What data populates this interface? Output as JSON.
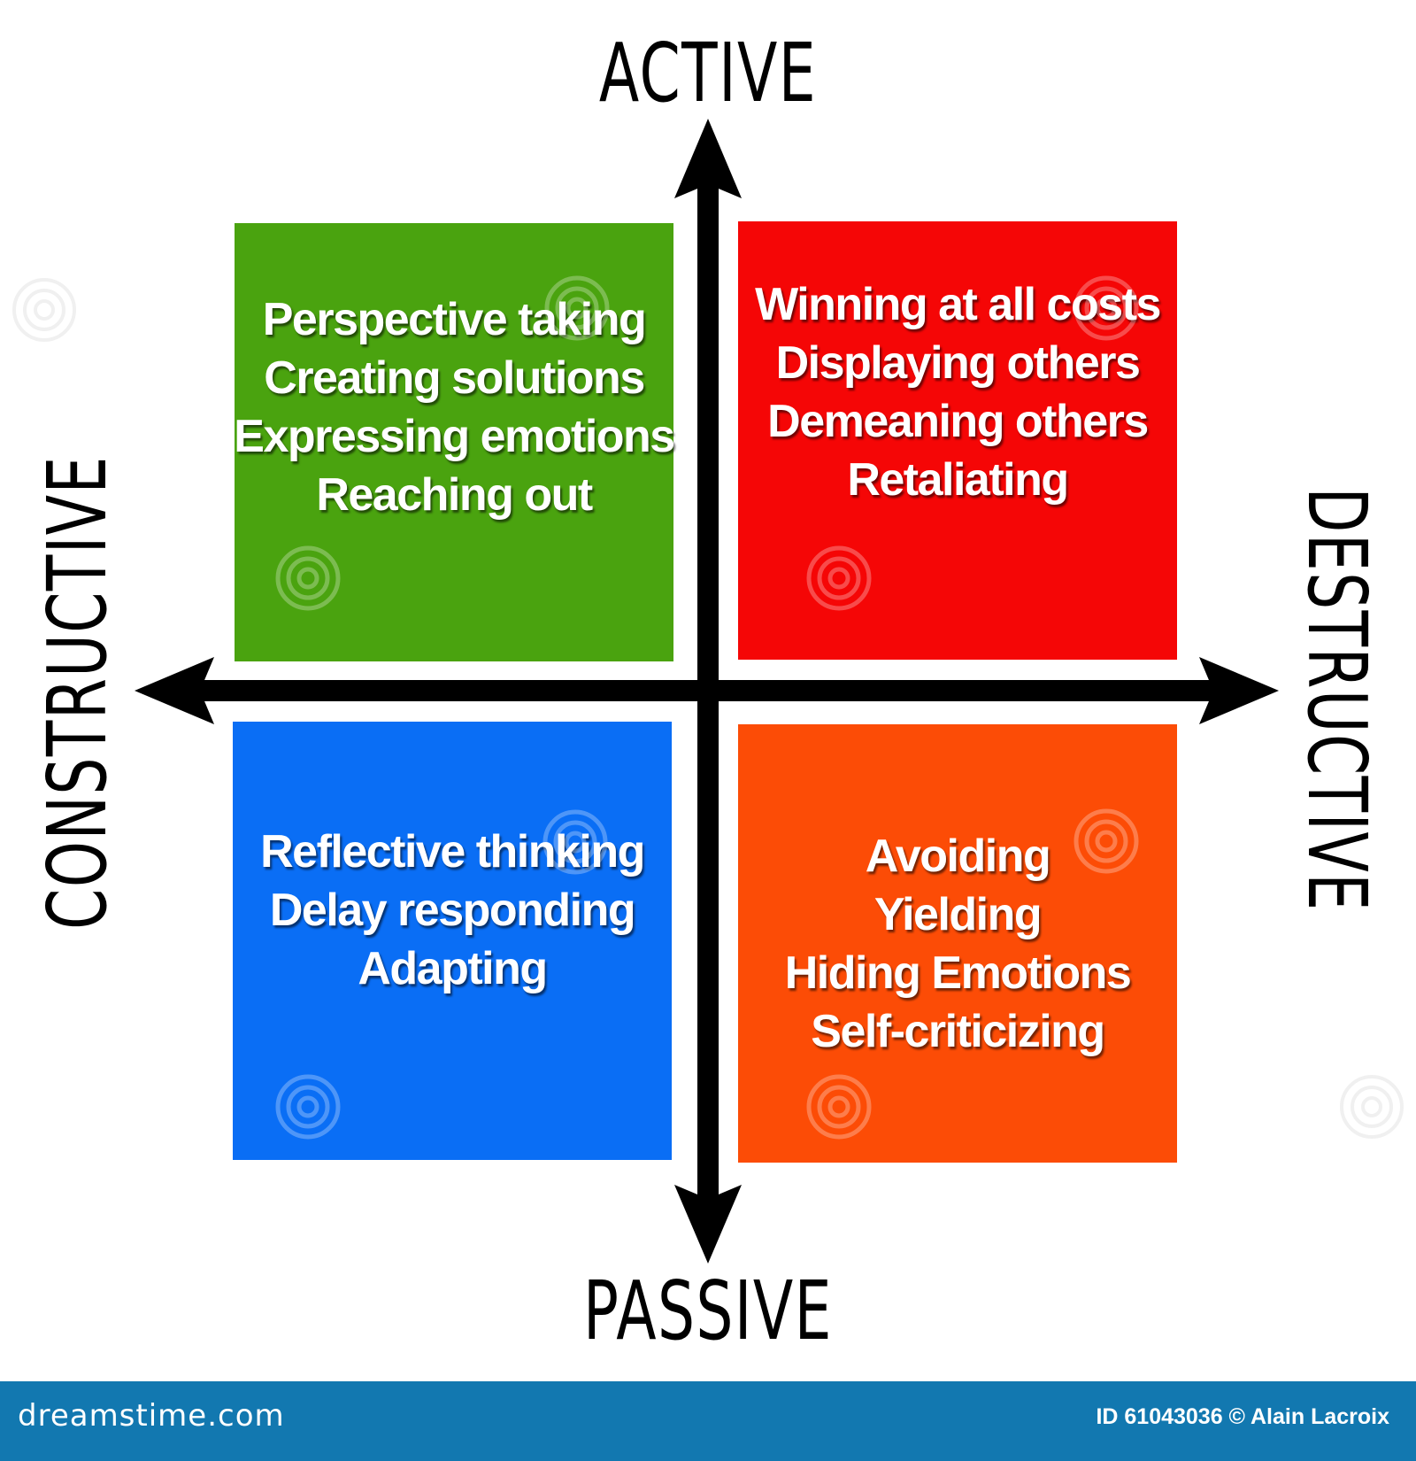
{
  "axes": {
    "top": "ACTIVE",
    "bottom": "PASSIVE",
    "left": "CONSTRUCTIVE",
    "right": "DESTRUCTIVE"
  },
  "quadrants": {
    "top_left": {
      "color": "#4aa30f",
      "items": [
        "Perspective taking",
        "Creating solutions",
        "Expressing emotions",
        "Reaching out"
      ]
    },
    "top_right": {
      "color": "#f50606",
      "items": [
        "Winning at all costs",
        "Displaying others",
        "Demeaning others",
        "Retaliating"
      ]
    },
    "bottom_left": {
      "color": "#0a6ef5",
      "items": [
        "Reflective thinking",
        "Delay responding",
        "Adapting"
      ]
    },
    "bottom_right": {
      "color": "#fc4c06",
      "items": [
        "Avoiding",
        "Yielding",
        "Hiding Emotions",
        "Self-criticizing"
      ]
    }
  },
  "footer": {
    "brand": "dreamstime.com",
    "credit": "ID 61043036 © Alain Lacroix",
    "background": "#1278b0"
  }
}
